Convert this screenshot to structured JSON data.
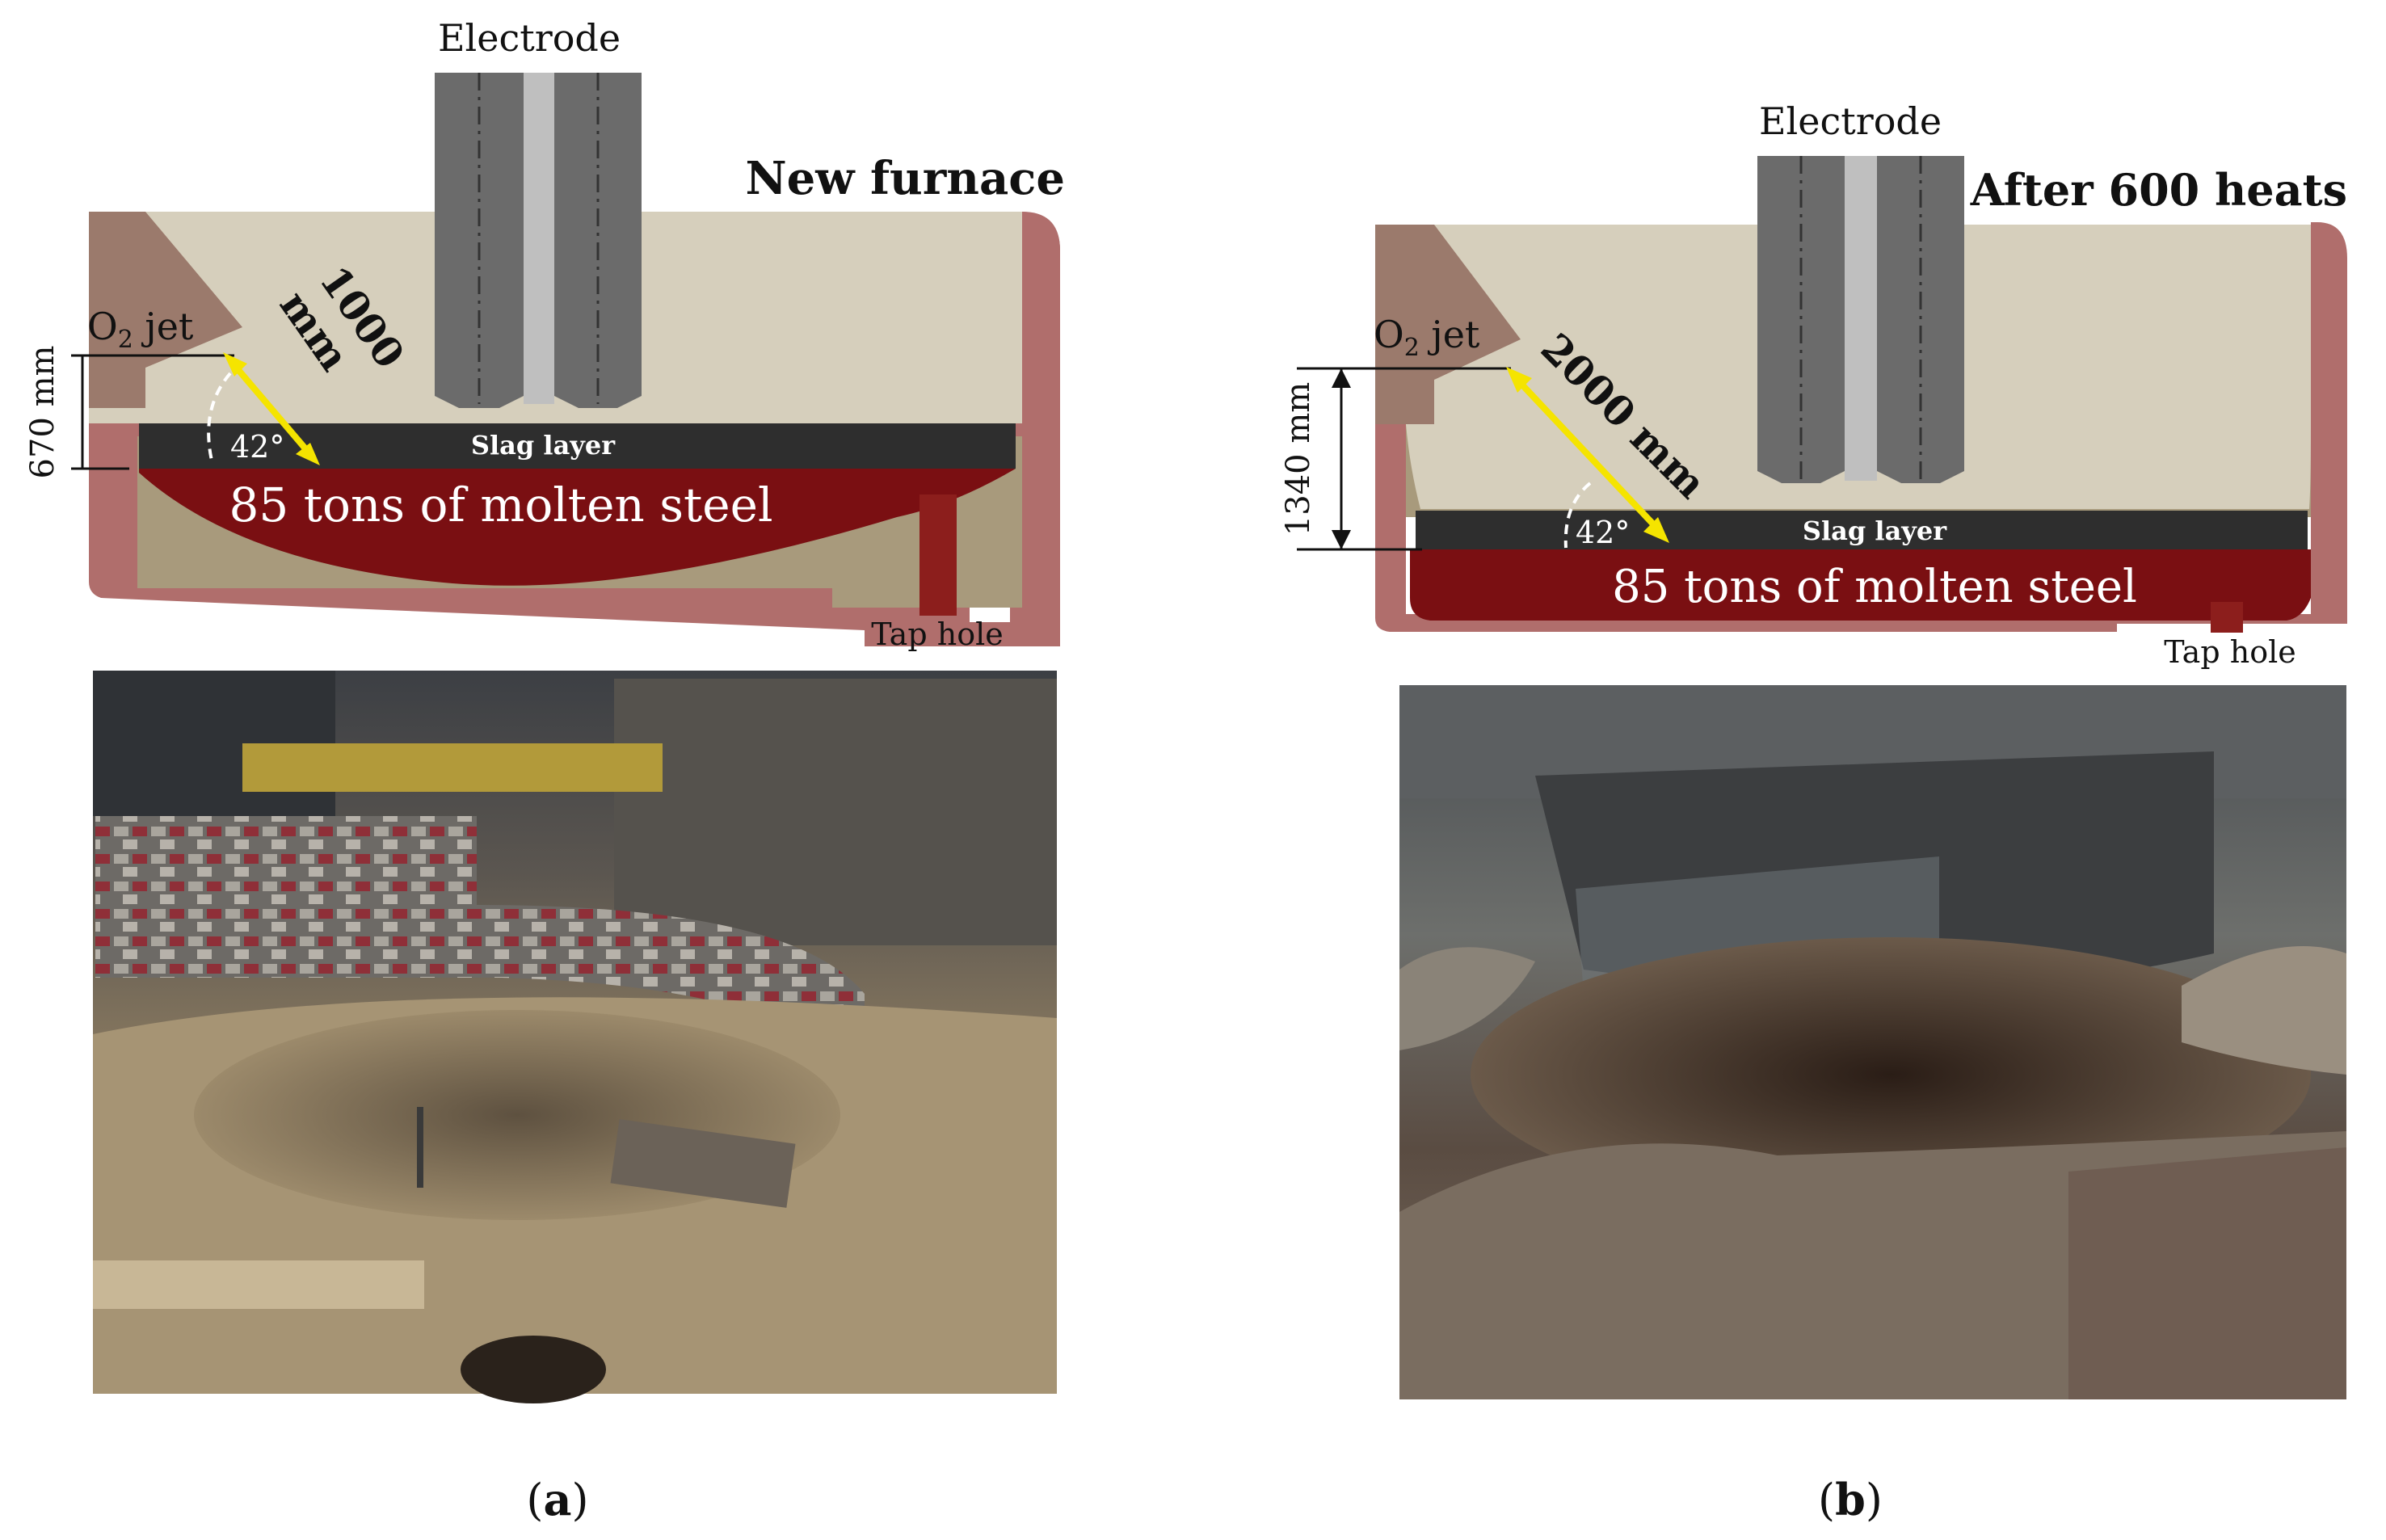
{
  "panels": [
    {
      "id": "a",
      "caption": "a",
      "title": "New furnace",
      "electrode_label": "Electrode",
      "jet_label_main": "O",
      "jet_label_sub": "2",
      "jet_label_rest": " jet",
      "jet_length_line1": "1000",
      "jet_length_line2": "mm",
      "angle_label": "42°",
      "slag_label": "Slag layer",
      "steel_label": "85 tons of molten steel",
      "height_label": "670 mm",
      "taphole_label": "Tap hole"
    },
    {
      "id": "b",
      "caption": "b",
      "title": "After 600 heats",
      "electrode_label": "Electrode",
      "jet_label_main": "O",
      "jet_label_sub": "2",
      "jet_label_rest": " jet",
      "jet_length_line1": "2000 mm",
      "angle_label": "42°",
      "slag_label": "Slag layer",
      "steel_label": "85 tons of molten steel",
      "height_label": "1340 mm",
      "taphole_label": "Tap hole"
    }
  ],
  "colors": {
    "refractory_brick": "#b06e6c",
    "refractory_dark": "#8c4f4d",
    "sand_fill": "#a89a7c",
    "furnace_air": "#d6cfbc",
    "wall_block": "#9b7a6c",
    "electrode": "#6b6b6b",
    "electrode_light": "#bfbfbf",
    "slag": "#2e2e2e",
    "molten_steel": "#7a0f12",
    "jet_arrow": "#f5e400"
  }
}
